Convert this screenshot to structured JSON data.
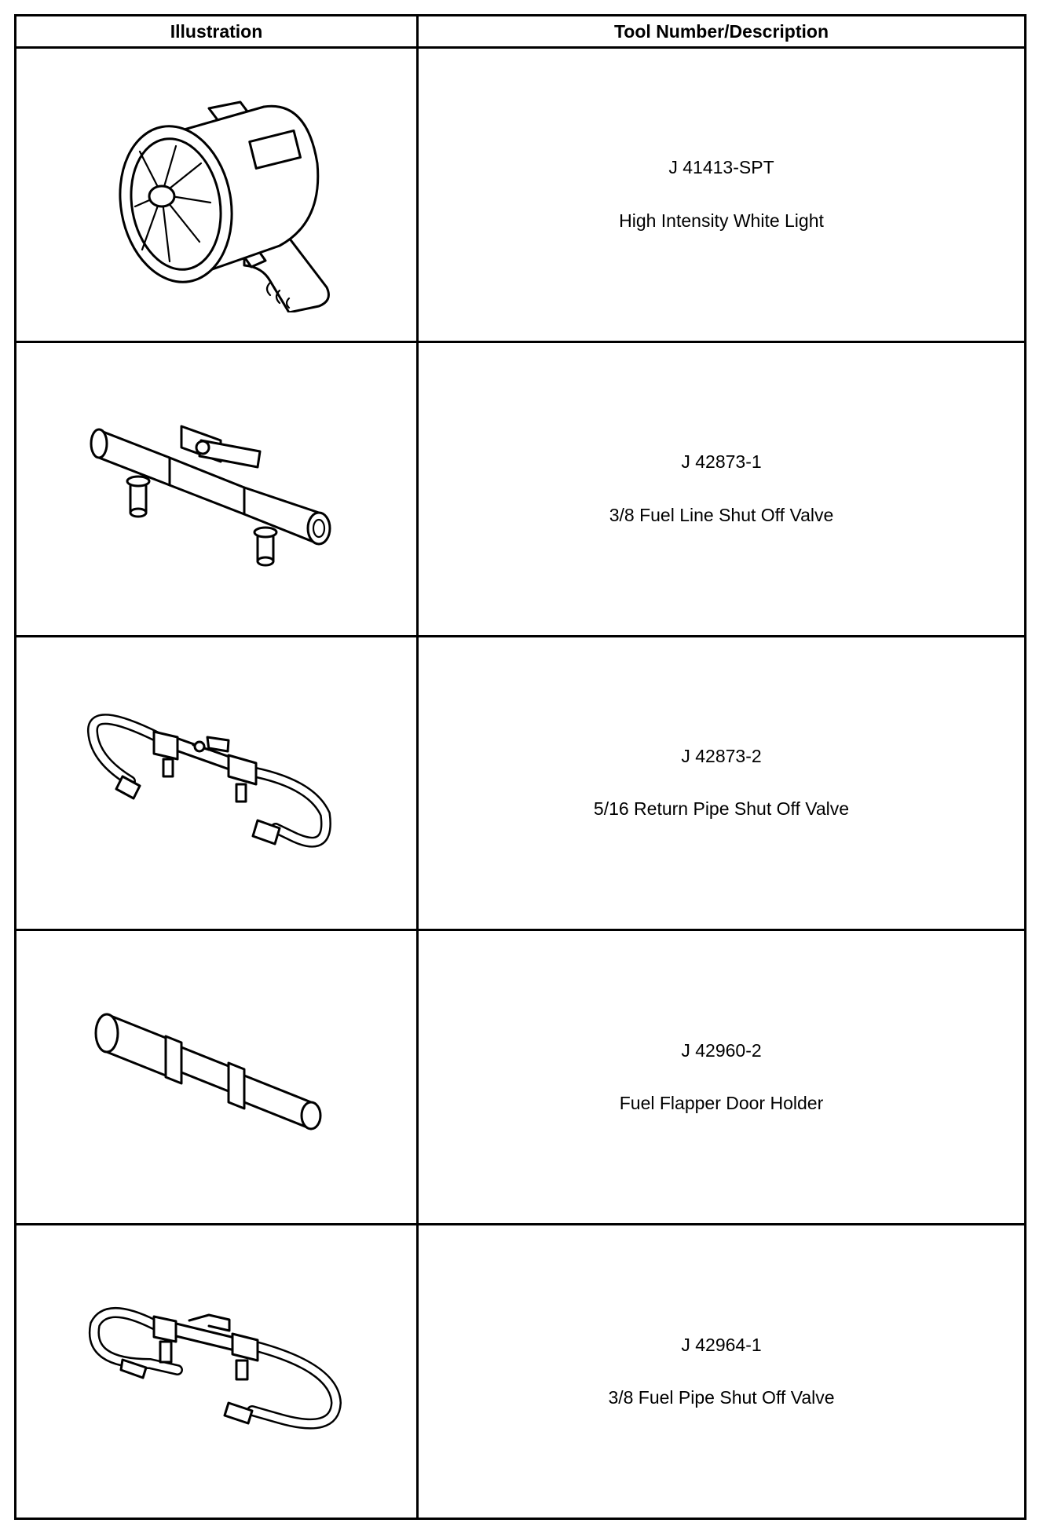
{
  "table": {
    "headers": {
      "illustration": "Illustration",
      "description": "Tool Number/Description"
    },
    "rows": [
      {
        "tool_number": "J 41413-SPT",
        "description": "High Intensity White Light",
        "illustration_icon": "spotlight-icon"
      },
      {
        "tool_number": "J 42873-1",
        "description": "3/8 Fuel Line Shut Off Valve",
        "illustration_icon": "inline-shutoff-valve-icon"
      },
      {
        "tool_number": "J 42873-2",
        "description": "5/16 Return Pipe Shut Off Valve",
        "illustration_icon": "hose-shutoff-valve-icon"
      },
      {
        "tool_number": "J 42960-2",
        "description": "Fuel Flapper Door Holder",
        "illustration_icon": "flapper-door-holder-icon"
      },
      {
        "tool_number": "J 42964-1",
        "description": "3/8 Fuel Pipe Shut Off Valve",
        "illustration_icon": "pipe-shutoff-valve-icon"
      }
    ]
  }
}
